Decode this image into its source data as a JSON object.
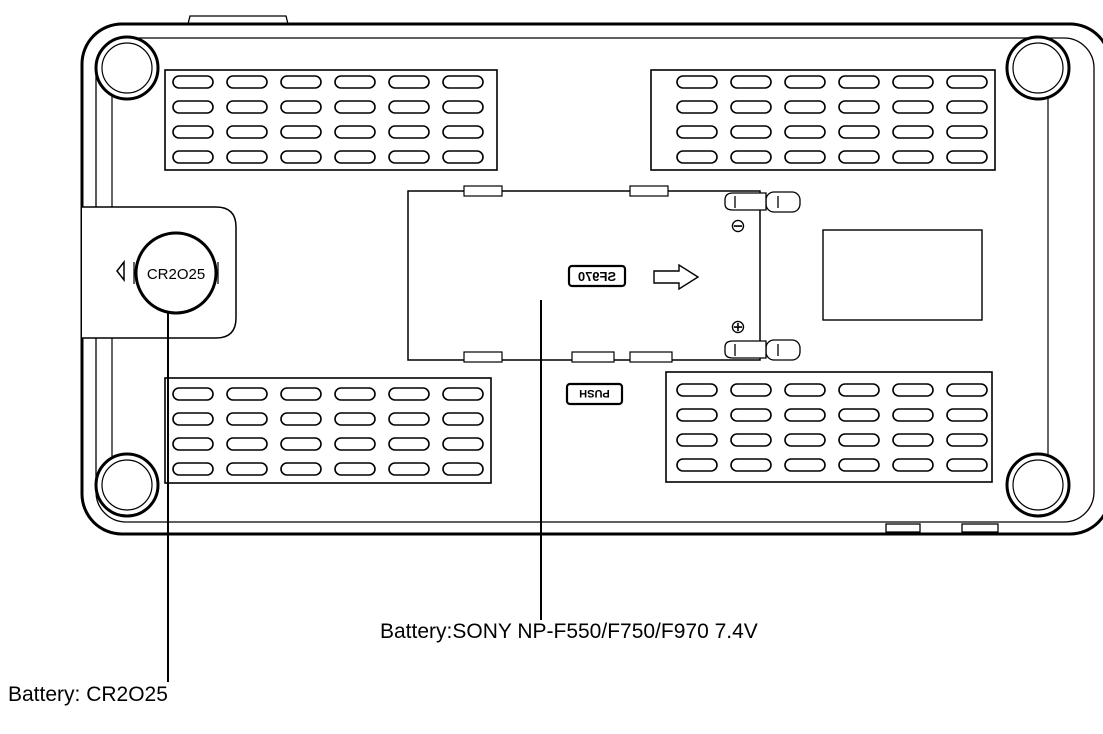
{
  "labels": {
    "coin_cell_label": "CR2O25",
    "pack_marking": "SF970",
    "push_marking": "PUSH",
    "minus_sign": "⊖",
    "plus_sign": "⊕"
  },
  "callouts": {
    "main_battery": "Battery:SONY NP-F550/F750/F970 7.4V",
    "coin_battery": "Battery: CR2O25"
  },
  "icons": {
    "pack_arrow": "right-arrow-icon",
    "coin_arrow": "left-triangle-icon"
  },
  "vent_grilles": {
    "rows": 4,
    "columns": 6
  },
  "colors": {
    "stroke": "#000000",
    "background": "#ffffff"
  }
}
